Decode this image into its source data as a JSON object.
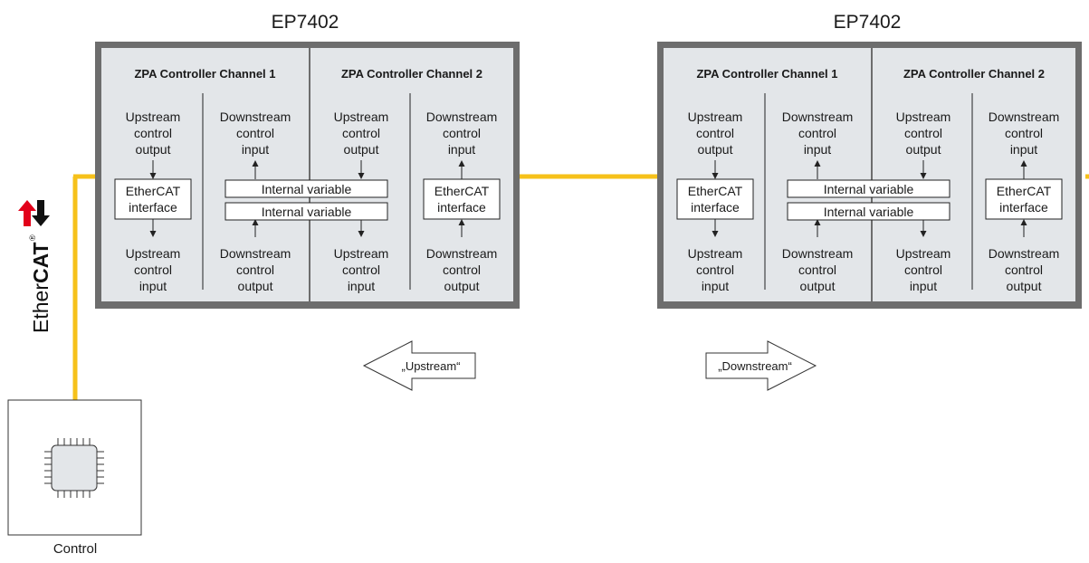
{
  "devices": [
    {
      "title": "EP7402",
      "channels": [
        {
          "header": "ZPA Controller Channel 1",
          "left": {
            "top": [
              "Upstream",
              "control",
              "output"
            ],
            "box": [
              "EtherCAT",
              "interface"
            ],
            "bottom": [
              "Upstream",
              "control",
              "input"
            ]
          },
          "right": {
            "top": [
              "Downstream",
              "control",
              "input"
            ],
            "bottom": [
              "Downstream",
              "control",
              "output"
            ]
          }
        },
        {
          "header": "ZPA Controller Channel 2",
          "left": {
            "top": [
              "Upstream",
              "control",
              "output"
            ],
            "bottom": [
              "Upstream",
              "control",
              "input"
            ]
          },
          "right": {
            "top": [
              "Downstream",
              "control",
              "input"
            ],
            "box": [
              "EtherCAT",
              "interface"
            ],
            "bottom": [
              "Downstream",
              "control",
              "output"
            ]
          }
        }
      ],
      "internal_variables": [
        "Internal variable",
        "Internal variable"
      ]
    },
    {
      "title": "EP7402",
      "channels": [
        {
          "header": "ZPA Controller Channel 1",
          "left": {
            "top": [
              "Upstream",
              "control",
              "output"
            ],
            "box": [
              "EtherCAT",
              "interface"
            ],
            "bottom": [
              "Upstream",
              "control",
              "input"
            ]
          },
          "right": {
            "top": [
              "Downstream",
              "control",
              "input"
            ],
            "bottom": [
              "Downstream",
              "control",
              "output"
            ]
          }
        },
        {
          "header": "ZPA Controller Channel 2",
          "left": {
            "top": [
              "Upstream",
              "control",
              "output"
            ],
            "bottom": [
              "Upstream",
              "control",
              "input"
            ]
          },
          "right": {
            "top": [
              "Downstream",
              "control",
              "input"
            ],
            "box": [
              "EtherCAT",
              "interface"
            ],
            "bottom": [
              "Downstream",
              "control",
              "output"
            ]
          }
        }
      ],
      "internal_variables": [
        "Internal variable",
        "Internal variable"
      ]
    }
  ],
  "direction_arrows": {
    "upstream": "„Upstream“",
    "downstream": "„Downstream“"
  },
  "control": {
    "label": "Control",
    "icon": "chip-icon"
  },
  "logo": {
    "text_normal": "Ether",
    "text_bold": "CAT",
    "mark": "®"
  },
  "colors": {
    "bus": "#f6c11a",
    "frame": "#6d6d6d",
    "panel": "#e3e6e9",
    "logo_red": "#e2001a",
    "logo_text": "#111111"
  }
}
